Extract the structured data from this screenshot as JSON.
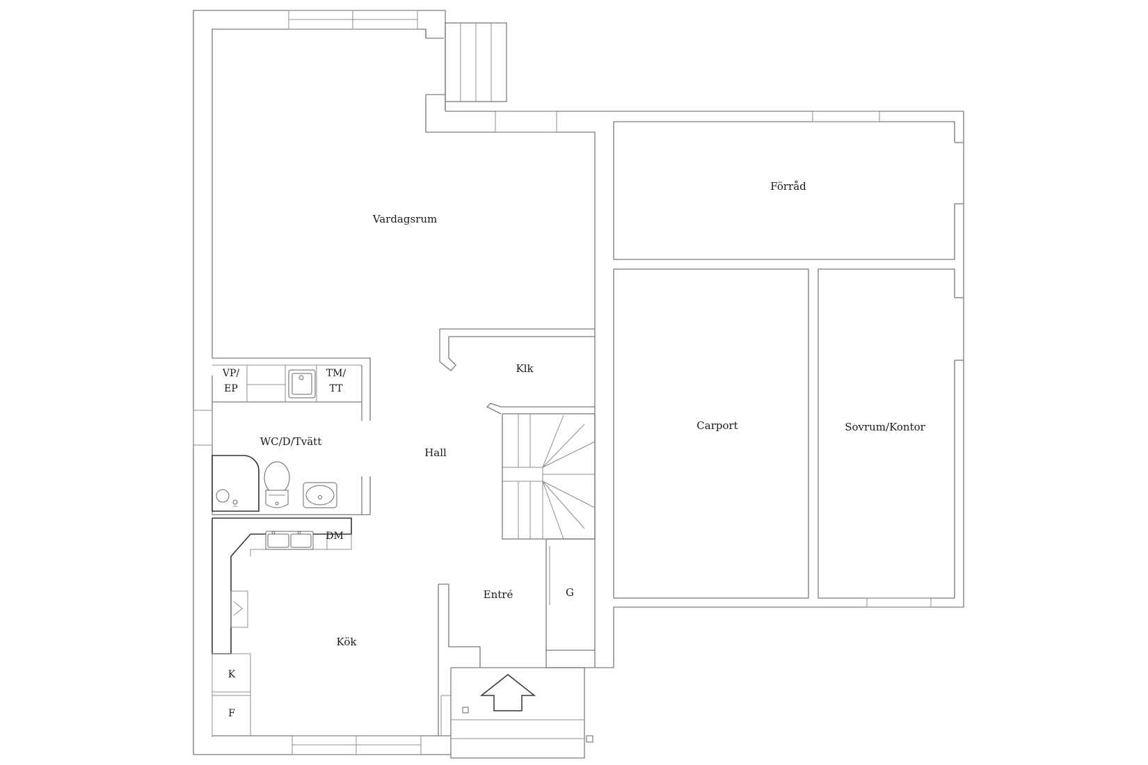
{
  "rooms": {
    "vardagsrum": "Vardagsrum",
    "forrad": "Förråd",
    "klk": "Klk",
    "hall": "Hall",
    "carport": "Carport",
    "sovrum_kontor": "Sovrum/Kontor",
    "wc_d_tvatt": "WC/D/Tvätt",
    "entre": "Entré",
    "kok": "Kök",
    "g": "G"
  },
  "fixtures": {
    "vp": "VP/",
    "ep": "EP",
    "tm": "TM/",
    "tt": "TT",
    "dm": "DM",
    "k": "K",
    "f": "F"
  },
  "icons": [
    "entrance-arrow-icon",
    "toilet-icon",
    "washbasin-icon",
    "sink-icon",
    "double-sink-icon",
    "floor-drain-icon",
    "stair-icon"
  ]
}
